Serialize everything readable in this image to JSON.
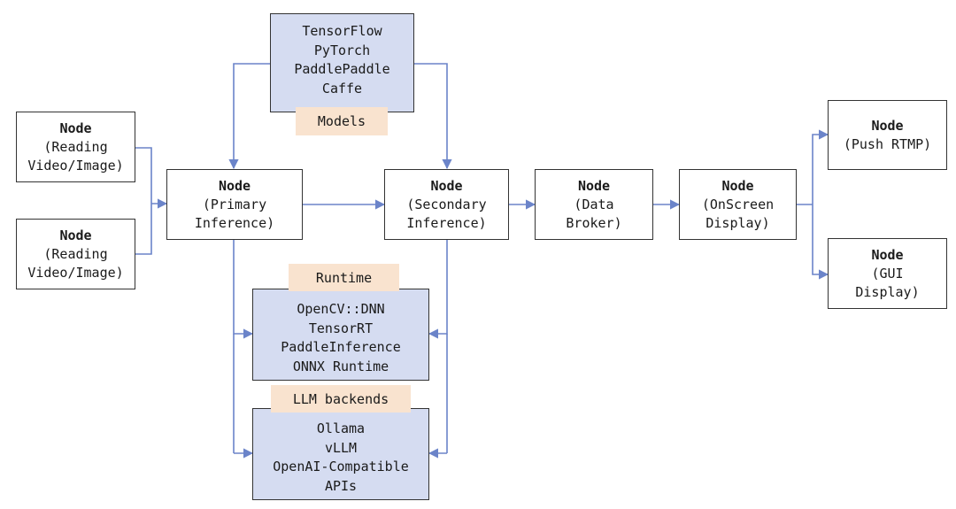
{
  "nodes": {
    "reading_1": {
      "title": "Node",
      "sub": "(Reading\nVideo/Image)"
    },
    "reading_2": {
      "title": "Node",
      "sub": "(Reading\nVideo/Image)"
    },
    "primary": {
      "title": "Node",
      "sub": "(Primary\nInference)"
    },
    "secondary": {
      "title": "Node",
      "sub": "(Secondary\nInference)"
    },
    "broker": {
      "title": "Node",
      "sub": "(Data\nBroker)"
    },
    "osd": {
      "title": "Node",
      "sub": "(OnScreen\nDisplay)"
    },
    "rtmp": {
      "title": "Node",
      "sub": "(Push RTMP)"
    },
    "gui": {
      "title": "Node",
      "sub": "(GUI\nDisplay)"
    }
  },
  "models": {
    "label": "Models",
    "items": [
      "TensorFlow",
      "PyTorch",
      "PaddlePaddle",
      "Caffe"
    ]
  },
  "runtime": {
    "label": "Runtime",
    "items": [
      "OpenCV::DNN",
      "TensorRT",
      "PaddleInference",
      "ONNX Runtime"
    ]
  },
  "llm": {
    "label": "LLM backends",
    "items": [
      "Ollama",
      "vLLM",
      "OpenAI-Compatible",
      "APIs"
    ]
  },
  "colors": {
    "connector": "#6b84c9",
    "group_fill": "#d5dcf1",
    "tag_fill": "#f9e3cf"
  }
}
